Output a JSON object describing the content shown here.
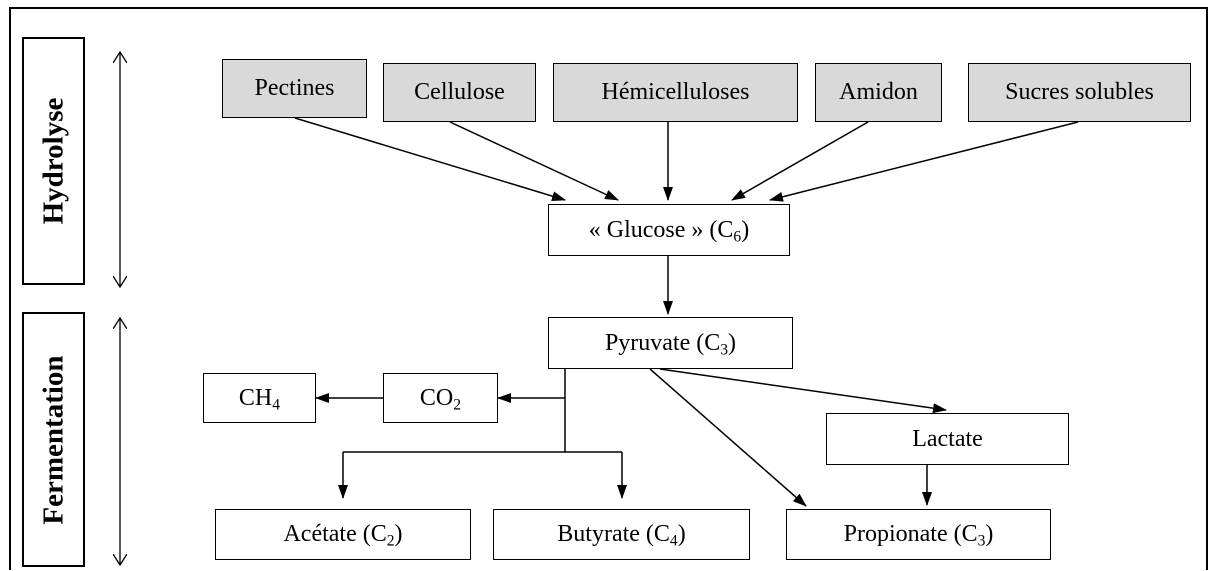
{
  "phases": {
    "hydrolysis": "Hydrolyse",
    "fermentation": "Fermentation"
  },
  "substrates": {
    "pectines": "Pectines",
    "cellulose": "Cellulose",
    "hemicelluloses": "Hémicelluloses",
    "amidon": "Amidon",
    "sucres": "Sucres solubles"
  },
  "intermediates": {
    "glucose": {
      "label": "« Glucose » (C",
      "sub": "6",
      "close": ")"
    },
    "pyruvate": {
      "label": "Pyruvate (C",
      "sub": "3",
      "close": ")"
    },
    "lactate": "Lactate"
  },
  "gases": {
    "ch4": {
      "label": "CH",
      "sub": "4"
    },
    "co2": {
      "label": "CO",
      "sub": "2"
    }
  },
  "products": {
    "acetate": {
      "label": "Acétate (C",
      "sub": "2",
      "close": ")"
    },
    "butyrate": {
      "label": "Butyrate (C",
      "sub": "4",
      "close": ")"
    },
    "propionate": {
      "label": "Propionate (C",
      "sub": "3",
      "close": ")"
    }
  }
}
